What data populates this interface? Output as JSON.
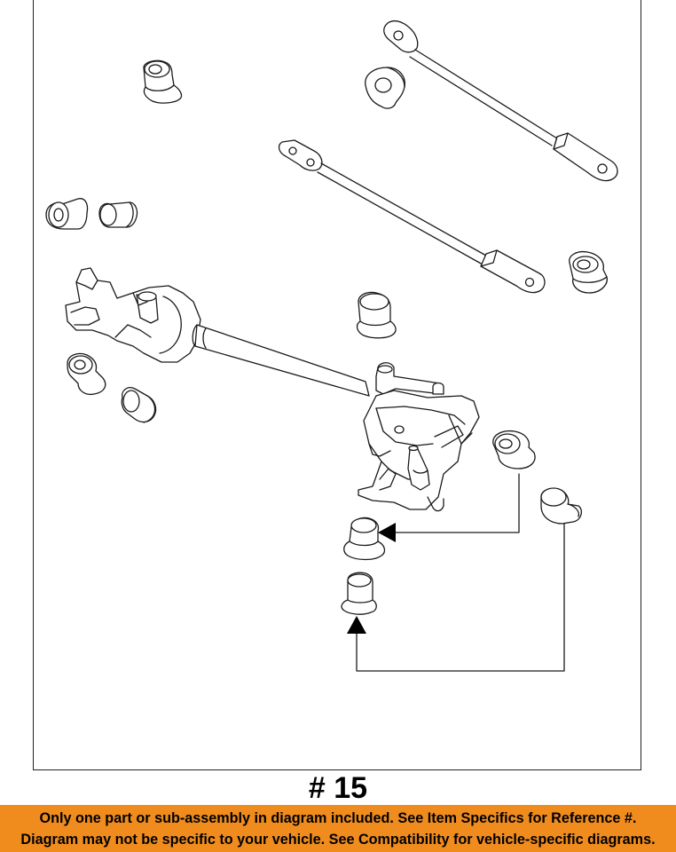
{
  "reference": {
    "number_label": "# 15"
  },
  "disclaimer": {
    "line1": "Only one part or sub-assembly in diagram included. See Item Specifics for Reference #.",
    "line2": "Diagram may not be specific to your vehicle. See Compatibility for vehicle-specific diagrams.",
    "background_color": "#f08c1e"
  },
  "colors": {
    "line": "#1a1a1a",
    "background": "#ffffff"
  }
}
